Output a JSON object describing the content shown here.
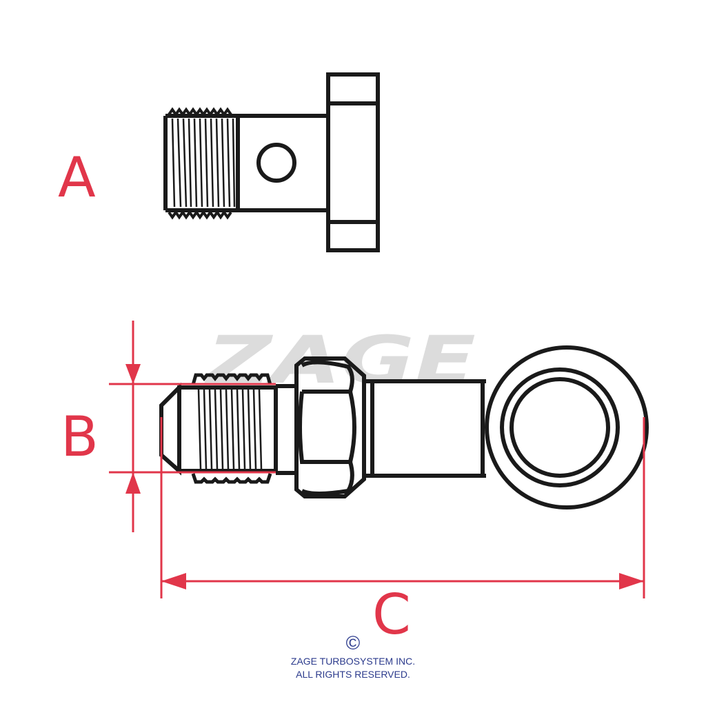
{
  "labels": {
    "a": "A",
    "b": "B",
    "c": "C"
  },
  "watermark": "ZAGE",
  "footer": {
    "copyright_symbol": "©",
    "company": "ZAGE TURBOSYSTEM INC.",
    "rights": "ALL RIGHTS RESERVED."
  },
  "colors": {
    "dimension": "#e1364a",
    "outline": "#1a1a1a",
    "footer_text": "#2b3a8c",
    "watermark": "#d9d9d9"
  }
}
